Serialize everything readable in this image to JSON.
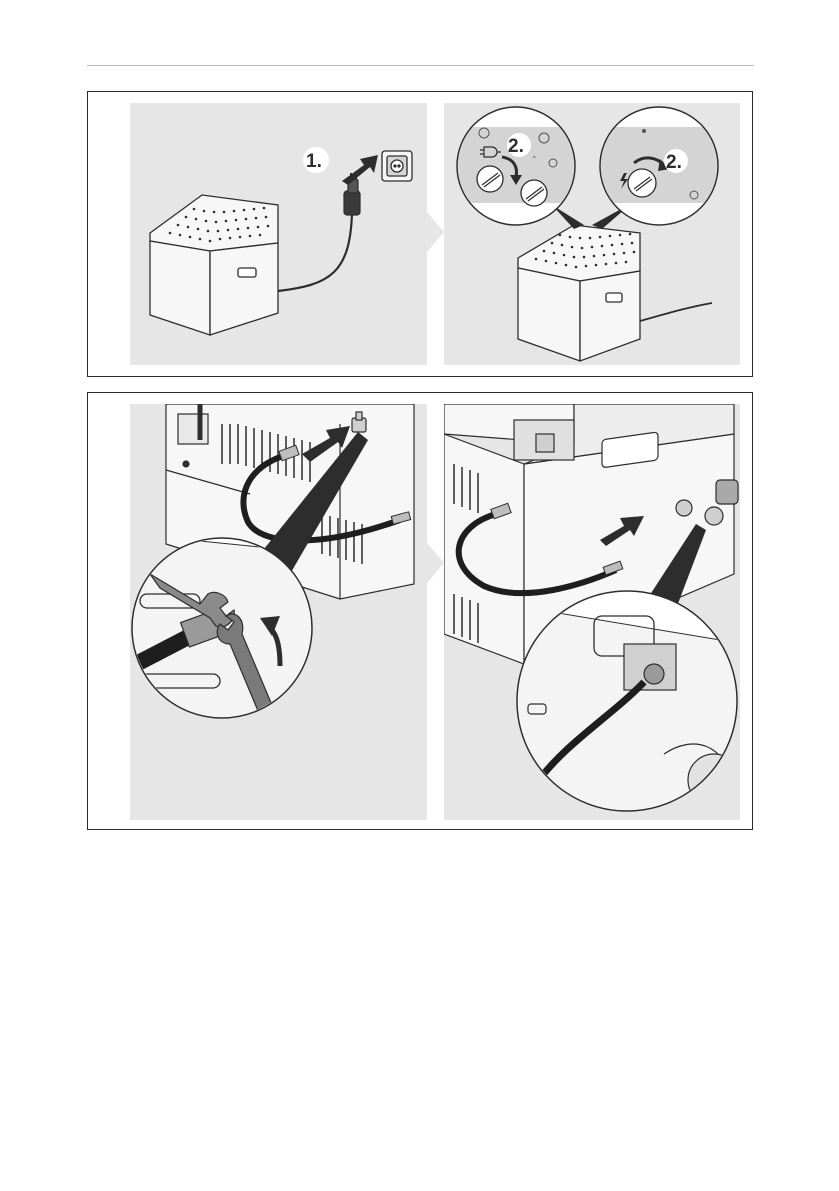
{
  "figure_top": {
    "left_panel": {
      "step_label": "1."
    },
    "right_panel": {
      "step_label_left": "2.",
      "step_label_right": "2."
    }
  },
  "figure_bottom": {},
  "colors": {
    "panel_bg": "#e6e6e6",
    "frame": "#2b2b2b",
    "ink": "#2d2d2d",
    "light_fill": "#f7f7f7",
    "hose": "#1e1e1e"
  },
  "icons": [
    "power-plug-icon",
    "wall-socket-icon",
    "rotate-arrow-icon",
    "wrench-icon",
    "push-arrow-icon"
  ]
}
